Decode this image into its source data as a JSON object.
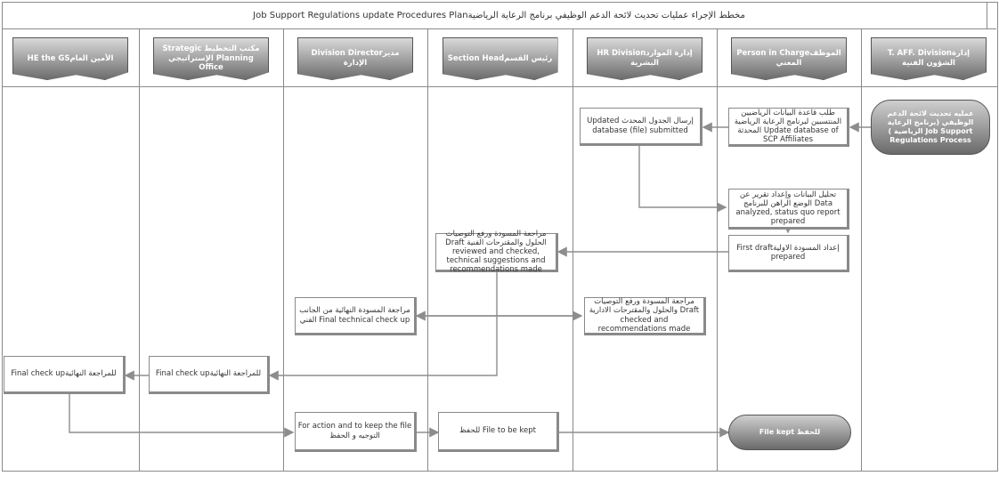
{
  "title": "Job Support Regulations update Procedures Planمخطط الإجراء عمليات تحديث لائحة الدعم الوظيفي برنامج الرعاية الرياضية",
  "lanes": [
    {
      "label": "HE the GSالأمين العام"
    },
    {
      "label": "Strategic مكتب التخطيط الإستراتيجي Planning Office"
    },
    {
      "label": "Division Directorمدير الإدارة"
    },
    {
      "label": "Section Headرئيس القسم"
    },
    {
      "label": "HR Divisionإدارة الموارد البشرية"
    },
    {
      "label": "Person in Chargeالموظف المعني"
    },
    {
      "label": "T. AFF. Divisionإدارة الشؤون الفنية"
    }
  ],
  "nodes": {
    "start": "عمليه تحديث لائحة الدعم الوظيفي (برنامج الرعاية الرياضية ) Job Support Regulations Process",
    "request_db": "طلب قاعدة البيانات الرياضيين المنتسبين لبرنامج الرعاية الرياضية المحدثة Update database of SCP Affiliates",
    "db_submitted": "Updated إرسال الجدول المحدث database (file) submitted",
    "analyze": "تحليل البيانات وإعداد تقرير عن الوضع الراهن للبرنامج Data analyzed, status quo report prepared",
    "first_draft": "First draftإعداد المسودة الاولية prepared",
    "section_review": "مراجعة المسودة ورفع التوصيات Draft الحلول والمقترحات الفنية reviewed and checked, technical suggestions and recommendations made",
    "hr_review": "مراجعة المسودة ورفع التوصيات والحلول والمقترحات الادارية Draft checked and recommendations made",
    "director_check": "مراجعة المسودة النهائية من الجانب الفني Final technical check up",
    "strategic_check": "Final check upللمراجعة النهائية",
    "gs_check": "Final check upللمراجعة النهائية",
    "director_action": "For action and to keep the file التوجيه و الحفظ",
    "section_keep": "للحفظ File to be kept",
    "end": "File kept للحفظ"
  }
}
